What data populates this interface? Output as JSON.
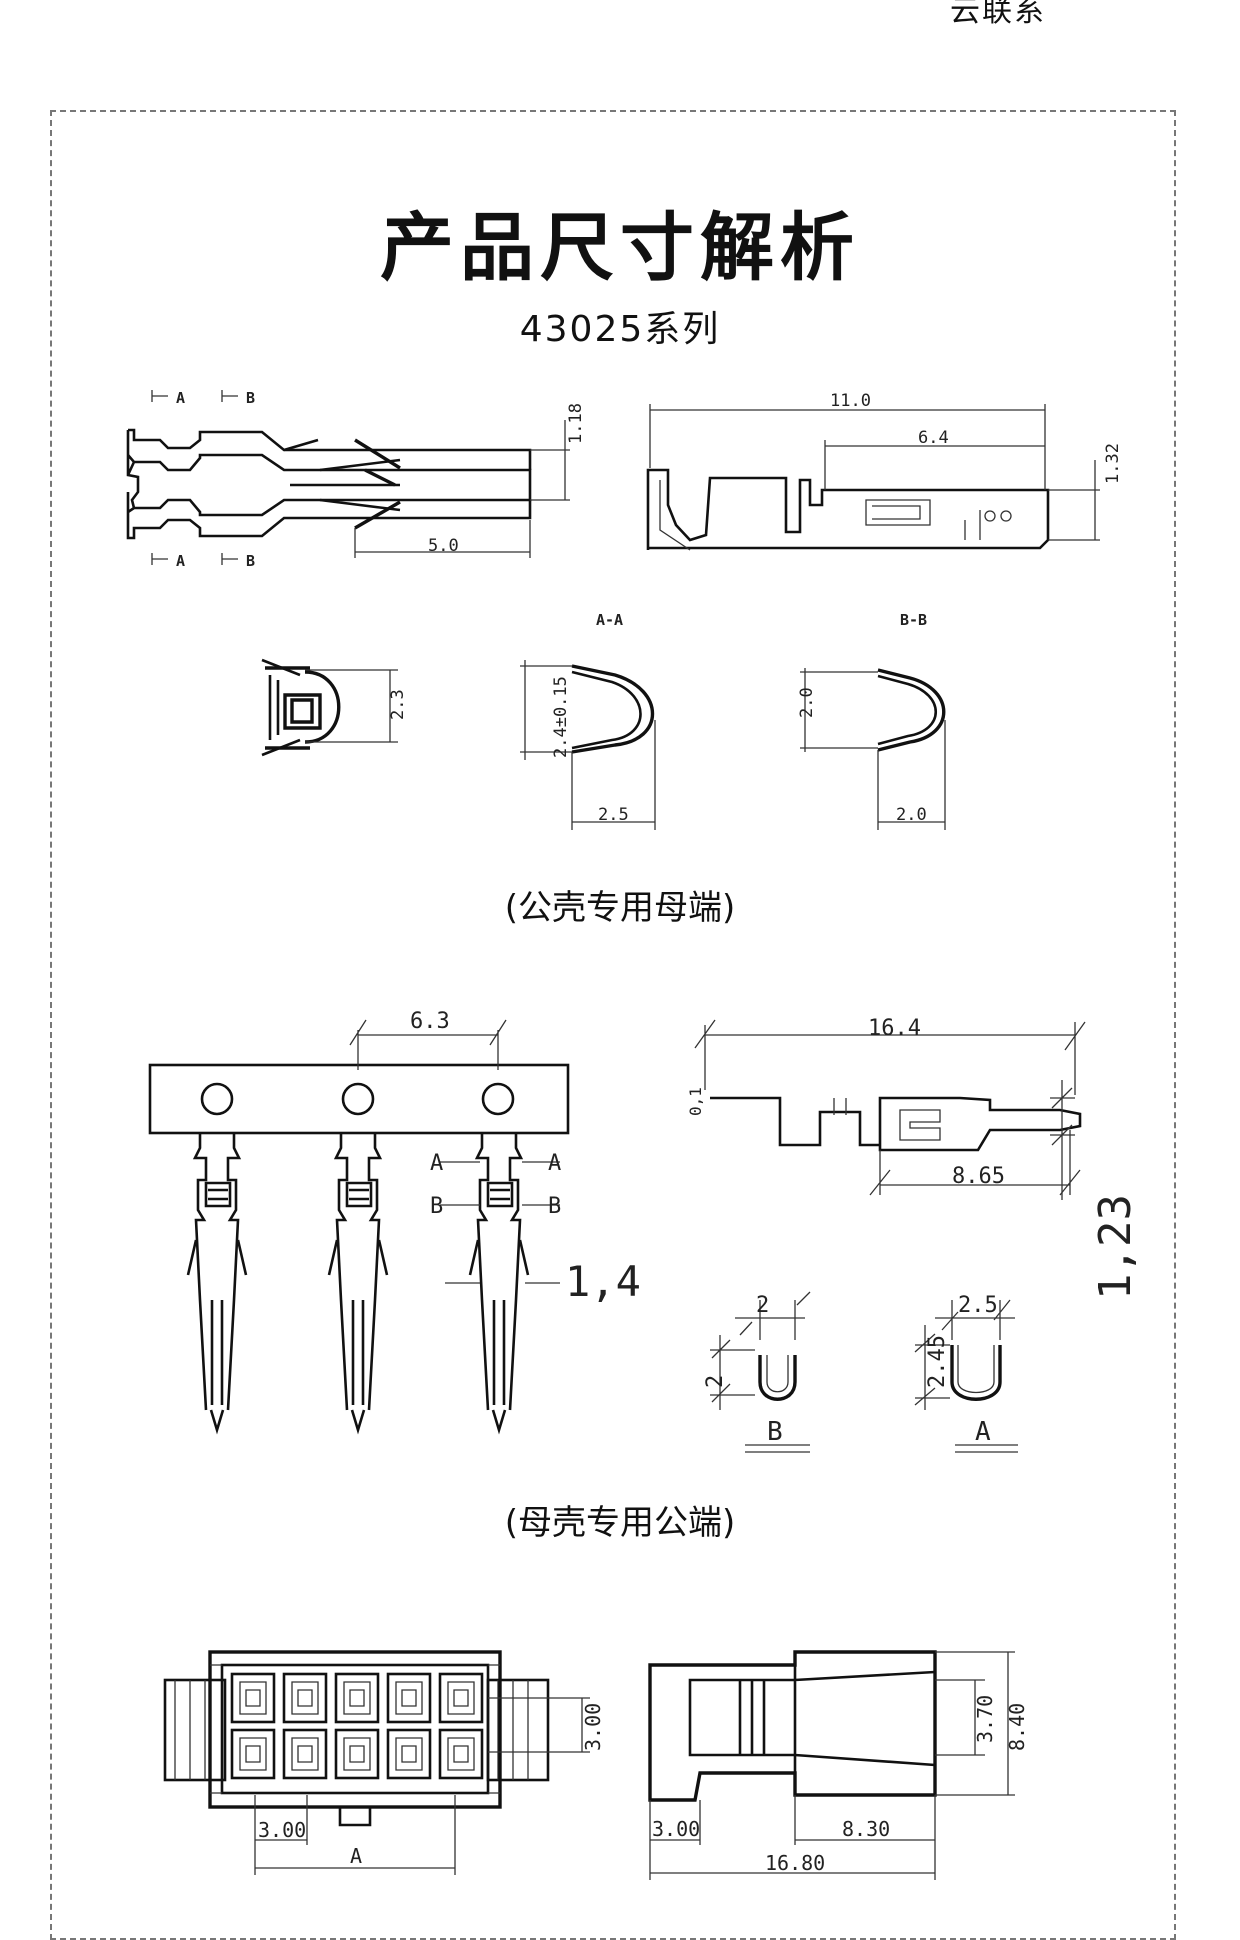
{
  "header": {
    "brand": "云联系"
  },
  "page": {
    "title": "产品尺寸解析",
    "subtitle": "43025系列"
  },
  "sections": {
    "female_caption": "(公壳专用母端)",
    "male_caption": "(母壳专用公端)"
  },
  "female_terminal": {
    "section_marks": [
      "A",
      "B",
      "A",
      "B"
    ],
    "top_dims": {
      "height": "1.18",
      "length": "5.0"
    },
    "side_dims": {
      "total": "11.0",
      "mid": "6.4",
      "height": "1.32"
    },
    "end_view": {
      "height": "2.3"
    },
    "section_aa": {
      "label": "A-A",
      "height": "2.4±0.15",
      "width": "2.5"
    },
    "section_bb": {
      "label": "B-B",
      "height": "2.0",
      "width": "2.0"
    }
  },
  "male_terminal": {
    "pitch": "6.3",
    "marks": [
      "A",
      "A",
      "B",
      "B"
    ],
    "pin_width": "1,4",
    "side_dims": {
      "total": "16.4",
      "pin": "8.65",
      "tab": "0,1",
      "height": "1,23"
    },
    "section_b": {
      "label": "B",
      "width": "2",
      "height": "2"
    },
    "section_a": {
      "label": "A",
      "width": "2.5",
      "height": "2.45"
    }
  },
  "housing": {
    "front_dims": {
      "pitch": "3.00",
      "row": "3.00",
      "total": "A"
    },
    "side_dims": {
      "left": "3.00",
      "latch": "8.30",
      "total": "16.80",
      "inner": "3.70",
      "height": "8.40"
    }
  }
}
